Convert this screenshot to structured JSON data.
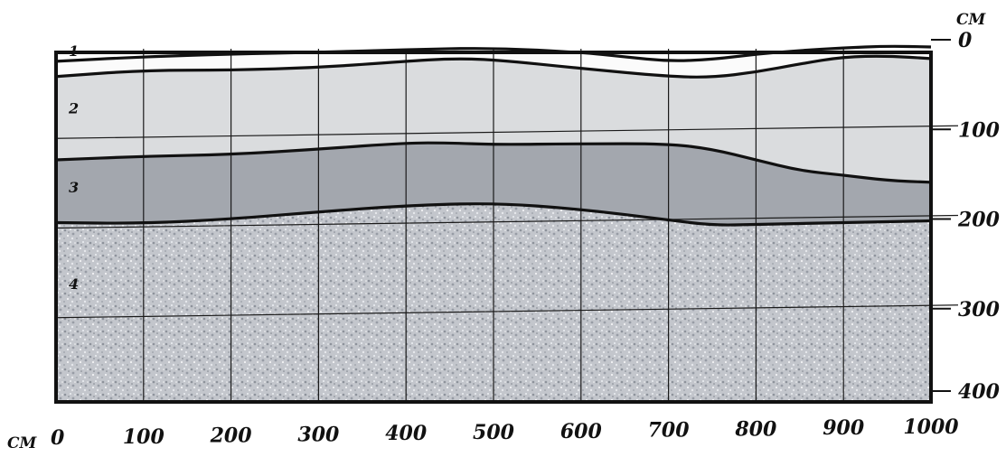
{
  "x_axis": {
    "unit": "СМ",
    "ticks": [
      "0",
      "100",
      "200",
      "300",
      "400",
      "500",
      "600",
      "700",
      "800",
      "900",
      "1000"
    ]
  },
  "y_axis": {
    "unit": "СМ",
    "ticks": [
      "0",
      "100",
      "200",
      "300",
      "400"
    ]
  },
  "layers": [
    {
      "label": "1",
      "fill": "#fbfbfb"
    },
    {
      "label": "2",
      "fill": "#dadcde"
    },
    {
      "label": "3",
      "fill": "#a3a7ae"
    },
    {
      "label": "4",
      "fill": "#c3c6cc",
      "pattern": "speckled"
    }
  ],
  "boundaries": {
    "surface": [
      [
        0,
        20
      ],
      [
        100,
        15
      ],
      [
        200,
        12
      ],
      [
        300,
        10
      ],
      [
        400,
        7
      ],
      [
        500,
        5
      ],
      [
        600,
        10
      ],
      [
        650,
        15
      ],
      [
        700,
        20
      ],
      [
        750,
        18
      ],
      [
        800,
        12
      ],
      [
        850,
        8
      ],
      [
        900,
        5
      ],
      [
        950,
        3
      ],
      [
        1000,
        4
      ]
    ],
    "layer1_bottom": [
      [
        0,
        37
      ],
      [
        100,
        30
      ],
      [
        200,
        30
      ],
      [
        300,
        27
      ],
      [
        400,
        20
      ],
      [
        450,
        17
      ],
      [
        500,
        18
      ],
      [
        600,
        28
      ],
      [
        700,
        37
      ],
      [
        750,
        38
      ],
      [
        800,
        32
      ],
      [
        850,
        23
      ],
      [
        900,
        15
      ],
      [
        950,
        14
      ],
      [
        1000,
        17
      ]
    ],
    "layer2_bottom": [
      [
        0,
        130
      ],
      [
        100,
        126
      ],
      [
        200,
        124
      ],
      [
        300,
        118
      ],
      [
        400,
        111
      ],
      [
        450,
        111
      ],
      [
        500,
        113
      ],
      [
        600,
        112
      ],
      [
        700,
        112
      ],
      [
        750,
        118
      ],
      [
        800,
        130
      ],
      [
        850,
        142
      ],
      [
        900,
        147
      ],
      [
        950,
        153
      ],
      [
        1000,
        155
      ]
    ],
    "layer3_bottom": [
      [
        0,
        200
      ],
      [
        100,
        201
      ],
      [
        200,
        196
      ],
      [
        300,
        188
      ],
      [
        400,
        181
      ],
      [
        500,
        178
      ],
      [
        600,
        185
      ],
      [
        700,
        197
      ],
      [
        750,
        203
      ],
      [
        800,
        202
      ],
      [
        900,
        200
      ],
      [
        1000,
        198
      ]
    ]
  }
}
